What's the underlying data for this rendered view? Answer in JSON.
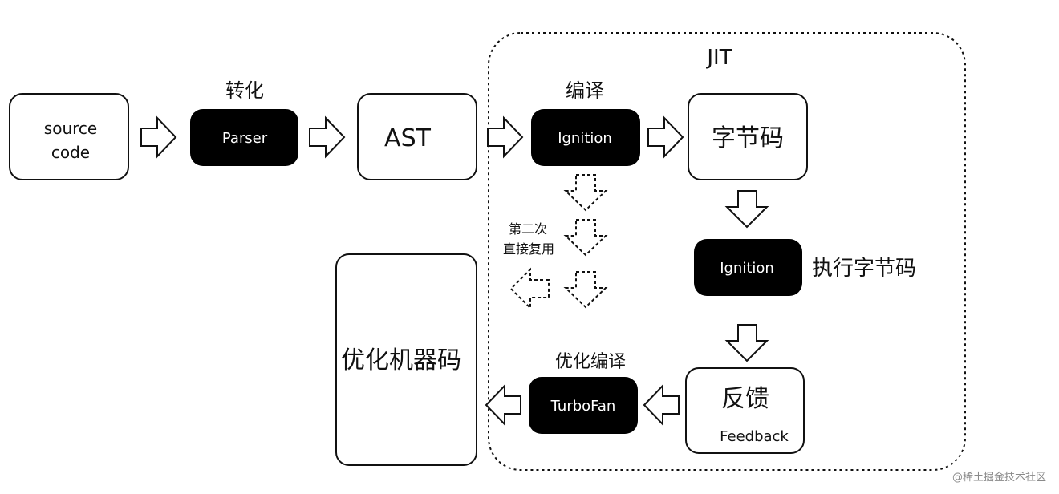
{
  "jit_label": "JIT",
  "nodes": {
    "source": {
      "line1": "source",
      "line2": "code"
    },
    "parser": {
      "text": "Parser",
      "caption": "转化"
    },
    "ast": {
      "text": "AST"
    },
    "ignition_compile": {
      "text": "Ignition",
      "caption": "编译"
    },
    "bytecode": {
      "text": "字节码"
    },
    "ignition_exec": {
      "text": "Ignition",
      "caption": "执行字节码"
    },
    "feedback": {
      "text": "反馈",
      "subtext": "Feedback"
    },
    "turbofan": {
      "text": "TurboFan",
      "caption": "优化编译"
    },
    "optimized": {
      "text": "优化机器码"
    }
  },
  "reuse_note": {
    "line1": "第二次",
    "line2": "直接复用"
  },
  "watermark": "@稀土掘金技术社区"
}
